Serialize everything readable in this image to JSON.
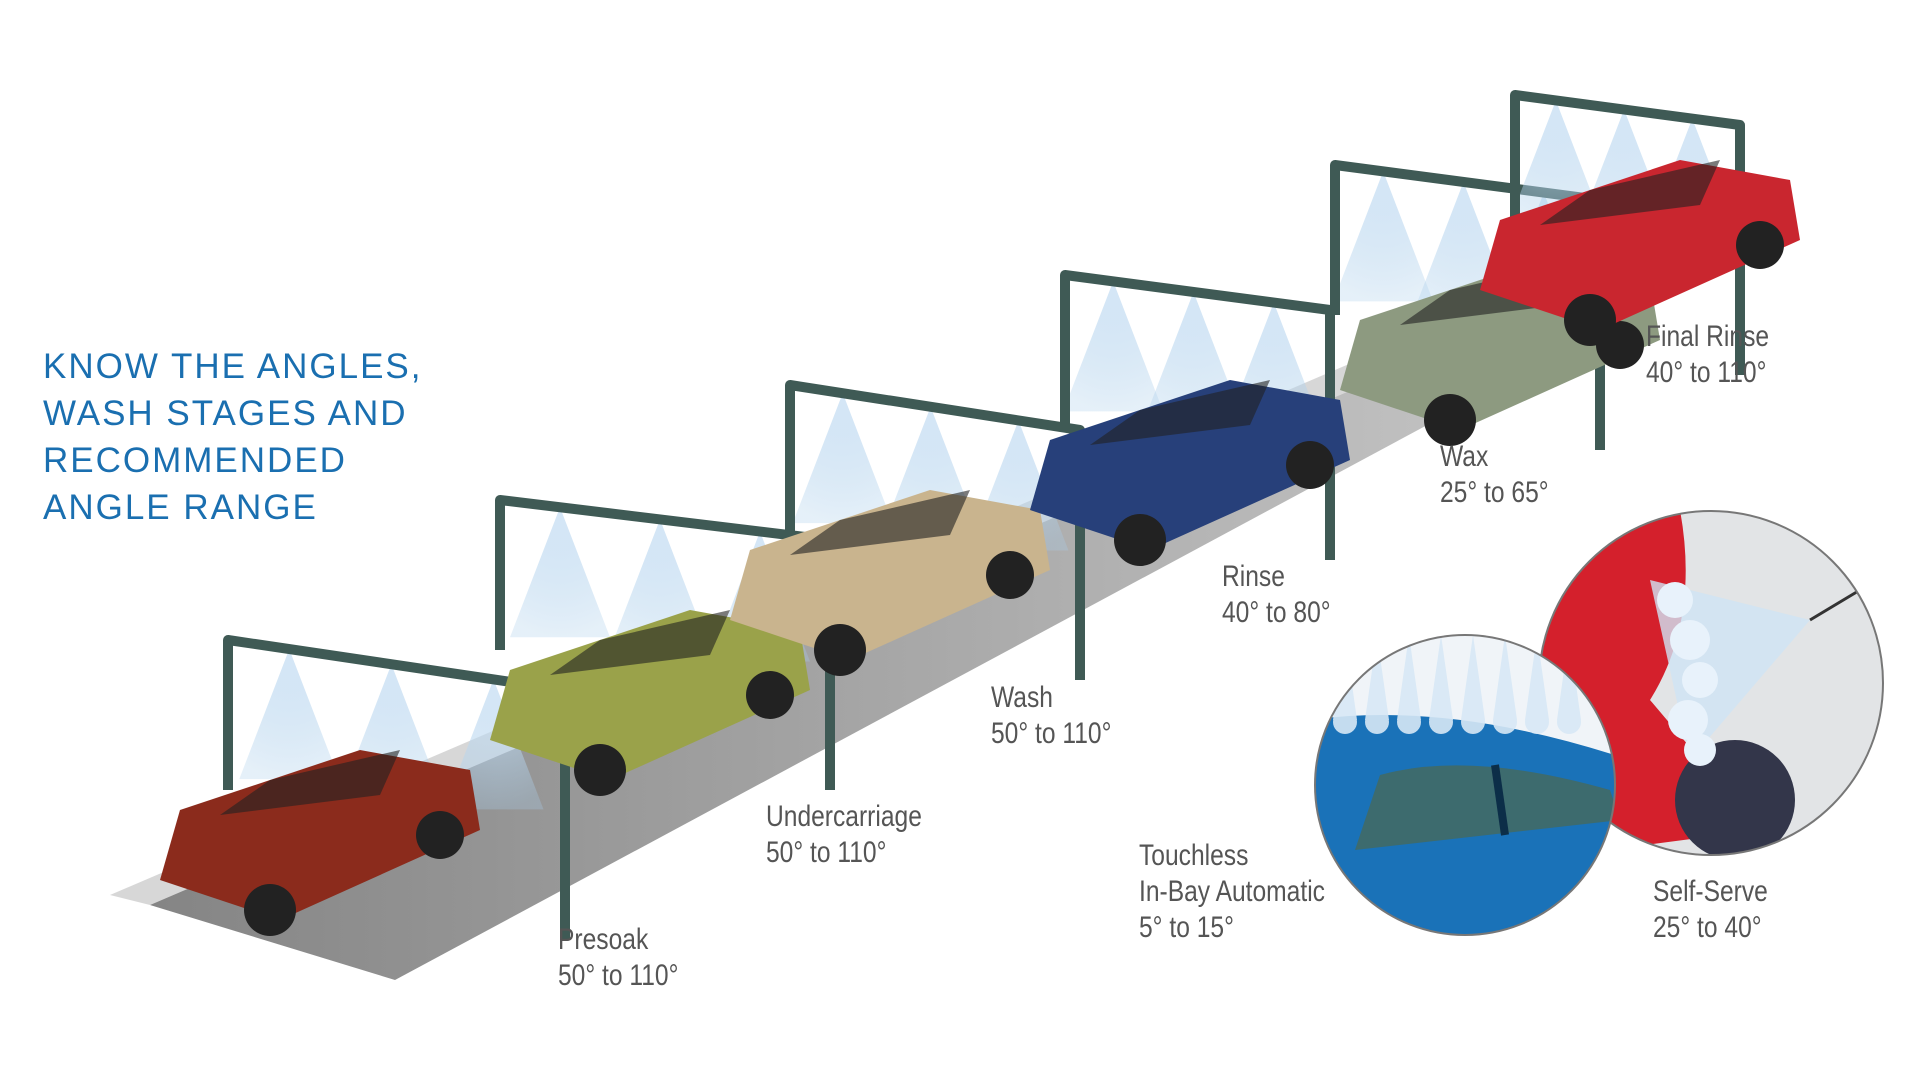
{
  "title_lines": [
    "KNOW THE ANGLES,",
    "WASH STAGES AND",
    "RECOMMENDED",
    "ANGLE RANGE"
  ],
  "stages": [
    {
      "name": "Presoak",
      "range": "50° to 110°"
    },
    {
      "name": "Undercarriage",
      "range": "50° to 110°"
    },
    {
      "name": "Wash",
      "range": "50° to 110°"
    },
    {
      "name": "Rinse",
      "range": "40° to 80°"
    },
    {
      "name": "Wax",
      "range": "25° to 65°"
    },
    {
      "name": "Final Rinse",
      "range": "40° to 110°"
    }
  ],
  "insets": [
    {
      "name_lines": [
        "Touchless",
        "In-Bay Automatic"
      ],
      "range": "5° to 15°"
    },
    {
      "name_lines": [
        "Self-Serve"
      ],
      "range": "25° to 40°"
    }
  ],
  "colors": {
    "title": "#1a6fb0",
    "label": "#555555",
    "gantry": "#3f5a55",
    "spray": "#a9cdea",
    "track": "#8a8a8a"
  }
}
